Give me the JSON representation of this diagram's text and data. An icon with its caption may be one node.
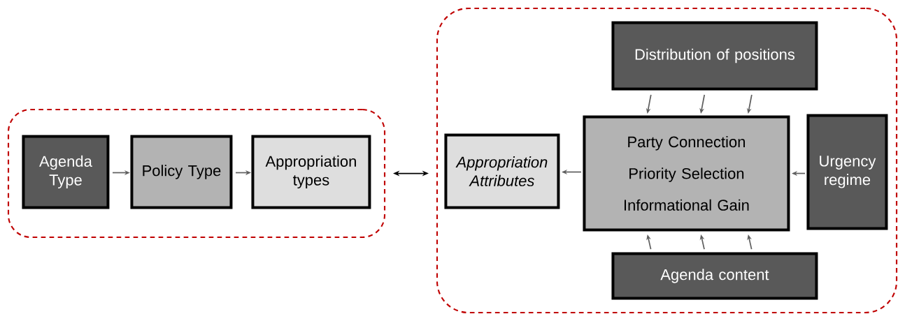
{
  "diagram": {
    "nodes": [
      {
        "text": [],
        "shape": "box"
      },
      {
        "text": [
          "Agenda Type"
        ],
        "in": 0
      },
      {
        "text": [
          "Policy Type"
        ],
        "in": 0
      },
      {
        "text": [
          "Appropriation types"
        ],
        "in": 0
      },
      {
        "text": [],
        "shape": "box"
      },
      {
        "text": [
          "Distribution of positions"
        ],
        "in": 4
      },
      {
        "text": [
          "Appropriation Attributes"
        ],
        "in": 4
      },
      {
        "text": [
          "Party Connection",
          "Priority Selection",
          "Informational Gain"
        ],
        "in": 4
      },
      {
        "text": [
          "Urgency regime"
        ],
        "in": 4
      },
      {
        "text": [
          "Agenda content"
        ],
        "in": 4
      }
    ],
    "edges": [
      {
        "from": 1,
        "to": 2,
        "arrow": "to"
      },
      {
        "from": 2,
        "to": 3,
        "arrow": "to"
      },
      {
        "from": 0,
        "to": 4,
        "arrow": "both",
        "color": "#000000"
      },
      {
        "from": 5,
        "to": 7,
        "arrow": "to"
      },
      {
        "from": 5,
        "to": 7,
        "arrow": "to"
      },
      {
        "from": 5,
        "to": 7,
        "arrow": "to"
      },
      {
        "from": 9,
        "to": 7,
        "arrow": "to"
      },
      {
        "from": 9,
        "to": 7,
        "arrow": "to"
      },
      {
        "from": 9,
        "to": 7,
        "arrow": "to"
      },
      {
        "from": 8,
        "to": 7,
        "arrow": "to"
      },
      {
        "from": 7,
        "to": 6,
        "arrow": "to"
      }
    ]
  }
}
